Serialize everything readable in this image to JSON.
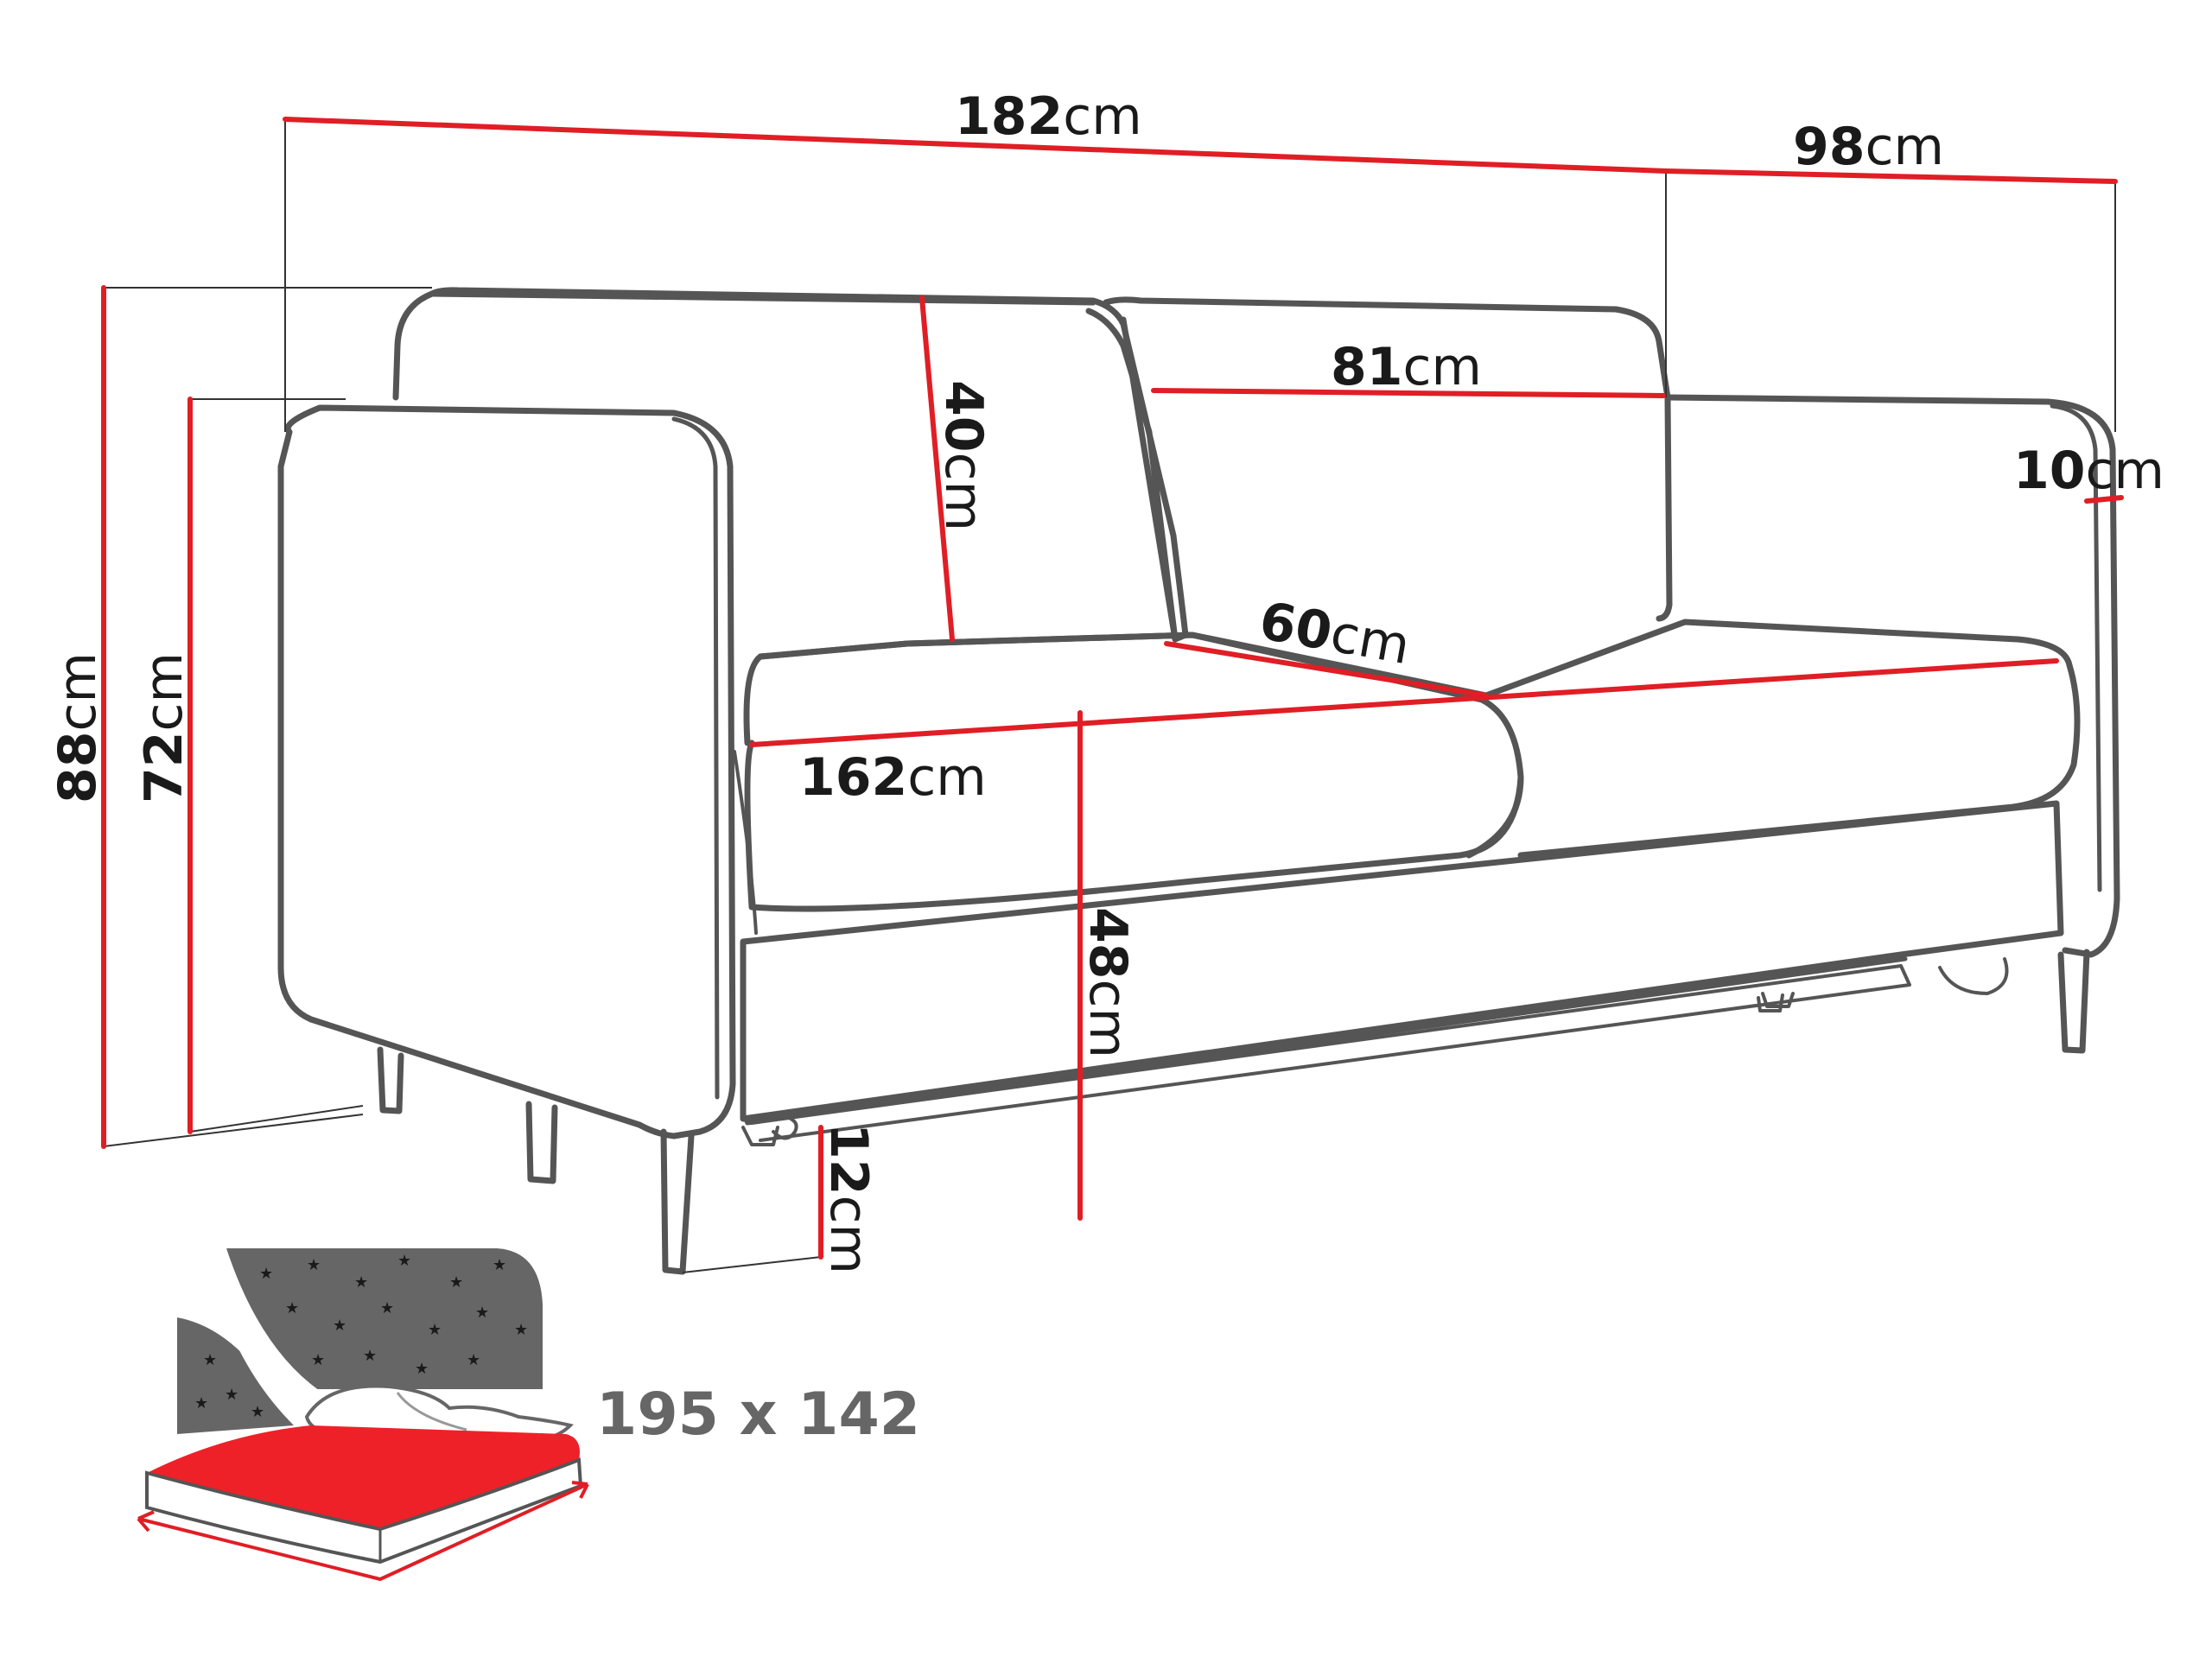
{
  "unit": "cm",
  "dimensions": {
    "total_width": {
      "value": "182",
      "unit": "cm"
    },
    "depth": {
      "value": "98",
      "unit": "cm"
    },
    "backrest_width": {
      "value": "81",
      "unit": "cm"
    },
    "backrest_height": {
      "value": "40",
      "unit": "cm"
    },
    "armrest_width": {
      "value": "10",
      "unit": "cm"
    },
    "seat_depth": {
      "value": "60",
      "unit": "cm"
    },
    "seat_width": {
      "value": "162",
      "unit": "cm"
    },
    "total_height": {
      "value": "88",
      "unit": "cm"
    },
    "armrest_height": {
      "value": "72",
      "unit": "cm"
    },
    "seat_height": {
      "value": "48",
      "unit": "cm"
    },
    "leg_height": {
      "value": "12",
      "unit": "cm"
    }
  },
  "bed": {
    "size_label": "195 x 142"
  },
  "colors": {
    "dimension_line": "#e01e25",
    "outline": "#555555",
    "mattress": "#ee2128",
    "night_sky": "#666666"
  }
}
